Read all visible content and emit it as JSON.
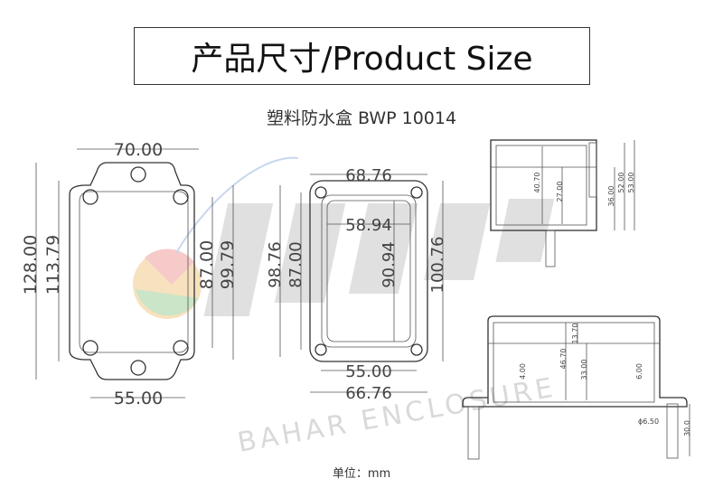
{
  "header": {
    "title": "产品尺寸/Product Size",
    "subtitle": "塑料防水盒 BWP 10014"
  },
  "watermark": {
    "brand": "BAHAR",
    "tagline": "BAHAR ENCLOSURE"
  },
  "front_view": {
    "top_width": "70.00",
    "bottom_width": "55.00",
    "total_height": "128.00",
    "body_height": "113.79",
    "hole_spacing": "87.00",
    "inner_height": "99.79"
  },
  "lid_view": {
    "outer_width": "68.76",
    "inner_width": "58.94",
    "inner_height": "90.94",
    "outer_height_left": "98.76",
    "hole_spacing": "87.00",
    "outer_height_right": "100.76",
    "hole_width": "55.00",
    "bottom_width": "66.76"
  },
  "side_view_top": {
    "inner_depth": "40.70",
    "base_depth": "27.00",
    "body_height": "36.00",
    "height_1": "52.00",
    "height_2": "53.00"
  },
  "side_view_bottom": {
    "lid_depth": "13.70",
    "inner_depth": "46.70",
    "base_depth": "33.00",
    "floor": "4.00",
    "boss": "6.00",
    "screw_diameter": "ϕ6.50",
    "screw_length": "30.0"
  },
  "footer": {
    "unit": "单位：mm"
  },
  "colors": {
    "line": "#333333",
    "watermark": "#cfcfcf"
  }
}
